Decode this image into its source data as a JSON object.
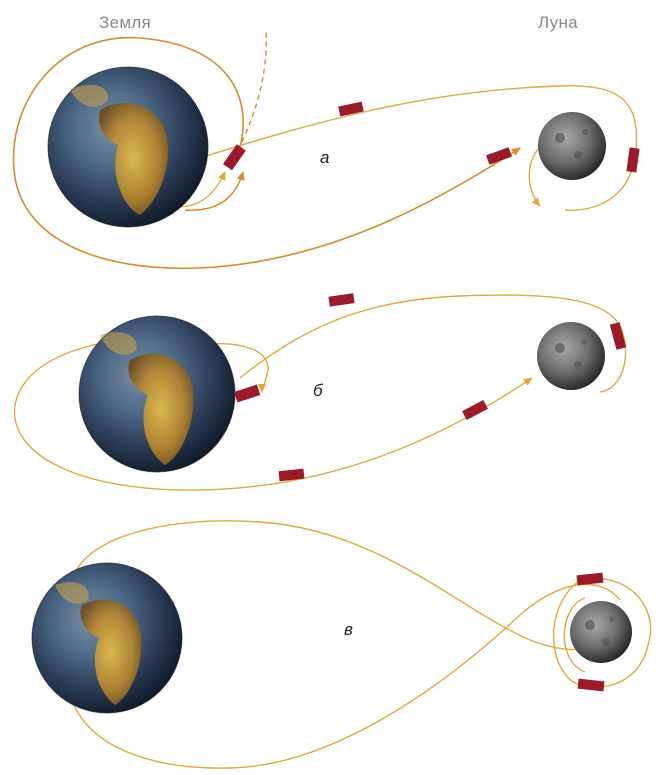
{
  "labels": {
    "earth": "Земля",
    "moon": "Луна"
  },
  "scenarios": [
    {
      "id": "a",
      "label": "а"
    },
    {
      "id": "b",
      "label": "б"
    },
    {
      "id": "c",
      "label": "в"
    }
  ],
  "colors": {
    "trajectory_orange": "#d98a2c",
    "trajectory_yellow": "#e0a93c",
    "engine_burn": "#9b1b2a",
    "label_gray": "#8a8a8a"
  }
}
